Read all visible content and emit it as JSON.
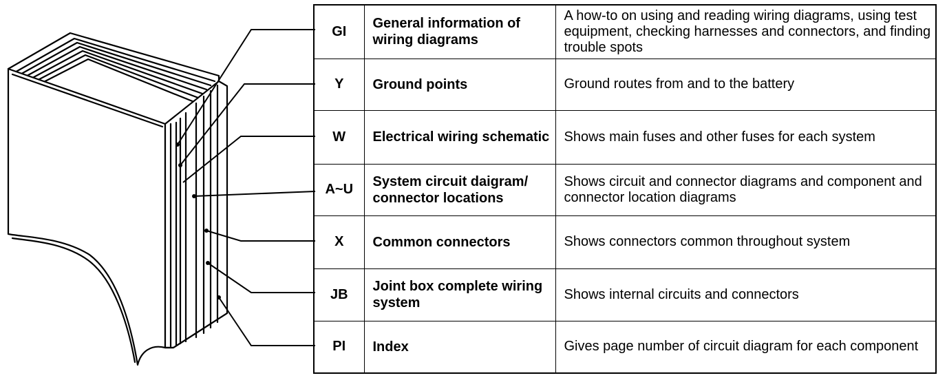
{
  "sections": [
    {
      "code": "GI",
      "title": "General information of wiring diagrams",
      "description": "A how-to on using and reading wiring diagrams, using test equipment, checking harnesses and connectors, and finding trouble spots"
    },
    {
      "code": "Y",
      "title": "Ground points",
      "description": "Ground routes from and to the battery"
    },
    {
      "code": "W",
      "title": "Electrical wiring schematic",
      "description": "Shows main fuses and other fuses for each system"
    },
    {
      "code": "A~U",
      "title": "System circuit daigram/ connector locations",
      "description": "Shows circuit and connector diagrams and component and connector location diagrams"
    },
    {
      "code": "X",
      "title": "Common connectors",
      "description": "Shows connectors common throughout system"
    },
    {
      "code": "JB",
      "title": "Joint box complete wiring system",
      "description": "Shows internal circuits and connectors"
    },
    {
      "code": "PI",
      "title": "Index",
      "description": "Gives page number of circuit diagram for each component"
    }
  ]
}
